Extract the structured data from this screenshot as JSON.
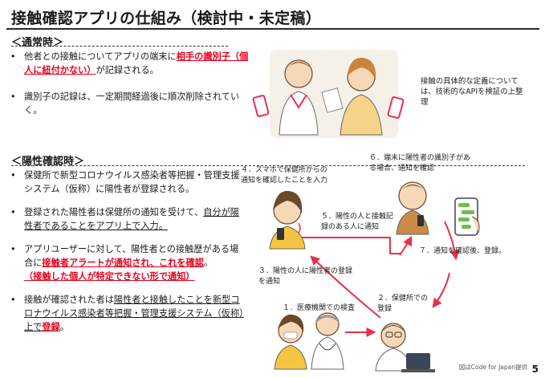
{
  "title": "接触確認アプリの仕組み（検討中・未定稿）",
  "normal": {
    "heading": "＜通常時＞",
    "b1_a": "他者との接触についてアプリの端末に",
    "b1_red": "相手の識別子（個人に紐付かない）",
    "b1_b": "が記録される。",
    "b2": "識別子の記録は、一定期間経過後に順次削除されていく。",
    "note": "接触の具体的な定義については、技術的なAPIを検証の上整理"
  },
  "positive": {
    "heading": "＜陽性確認時＞",
    "b1": "保健所で新型コロナウイルス感染者等把握・管理支援システム（仮称）に陽性者が登録される。",
    "b2_a": "登録された陽性者は保健所の通知を受けて、",
    "b2_u": "自分が陽性者であることをアプリ上で入力。",
    "b3_a": "アプリユーザーに対して、陽性者との接触歴がある場合に",
    "b3_red": "接触者アラートが通知され、これを確認",
    "b3_b": "。",
    "b3_red2": "（接触した個人が特定できない形で通知）",
    "b4_a": "接触が確認された者は",
    "b4_u": "陽性者と接触したことを新型コロナウイルス感染者等把握・管理支援システム（仮称）上で",
    "b4_red": "登録",
    "b4_b": "。"
  },
  "flow": {
    "step1": "１．医療機関での検査",
    "step2": "２．保健所での登録",
    "step3": "３．陽性の人に陽性者の登録を通知",
    "step4": "４．スマホで保健所からの通知を確認したことを入力",
    "step5": "５．陽性の人と接触記録のある人に通知",
    "step6": "６．端末に陽性者の識別子がある場合、通知を確認",
    "step7": "７．通知を確認後、登録。"
  },
  "credit": "図はCode for Japan提供",
  "page_number": "5",
  "colors": {
    "accent_red": "#e8001e",
    "arrow_red": "#e8304a",
    "phone_pink": "#e8305a"
  }
}
